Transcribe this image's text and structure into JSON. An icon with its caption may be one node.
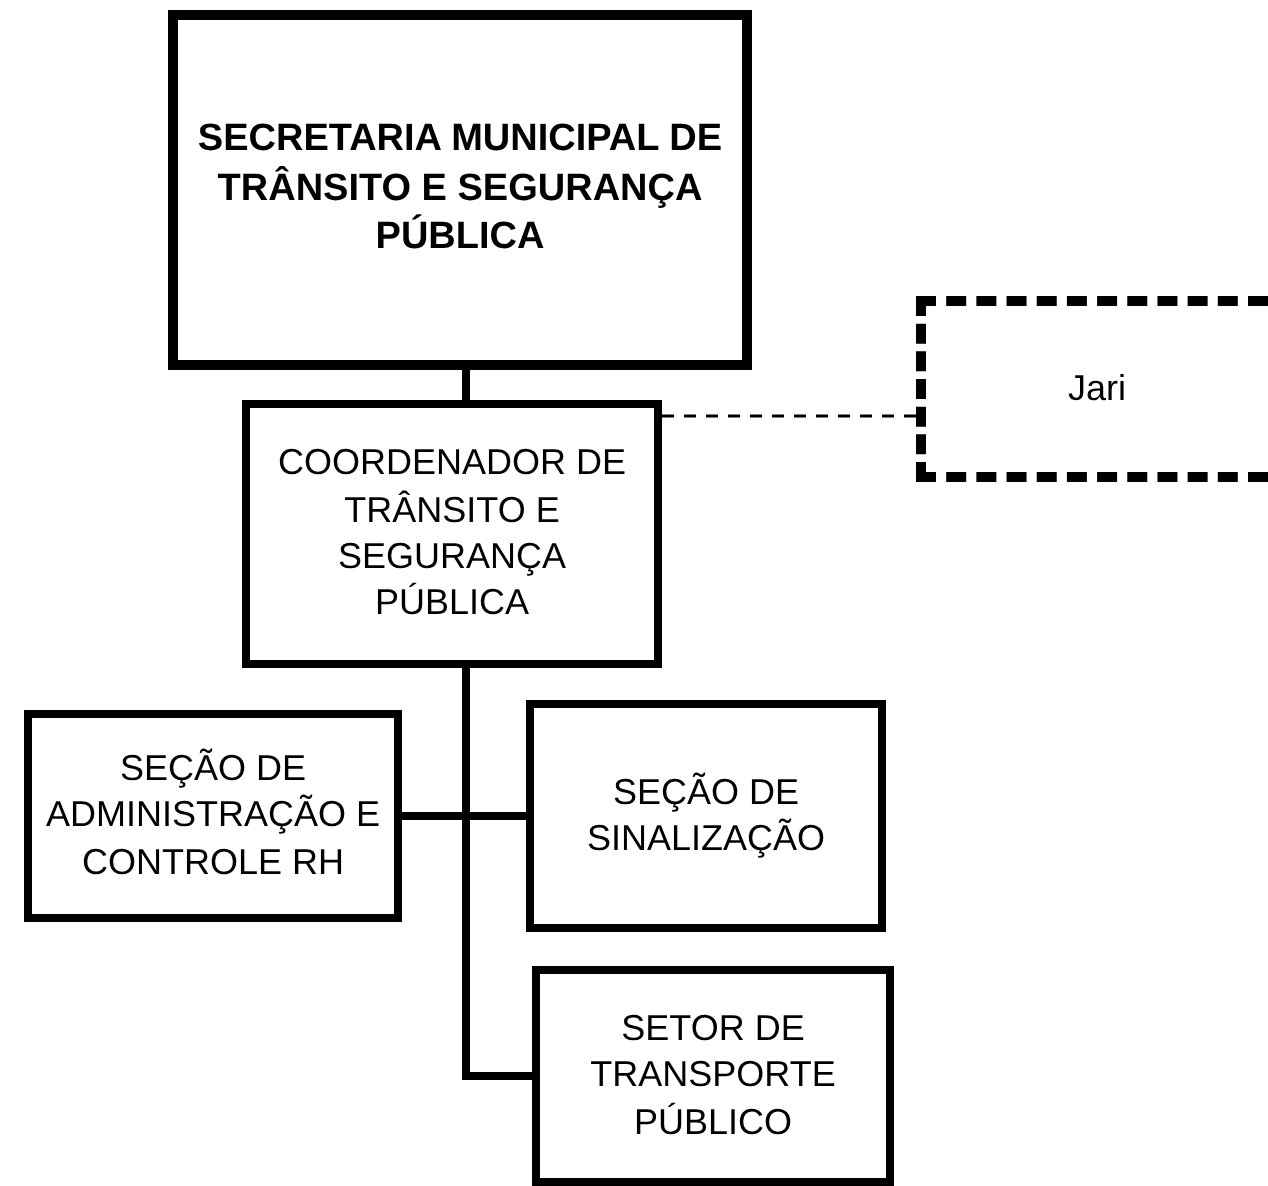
{
  "diagram": {
    "nodes": [
      {
        "text": [
          "SECRETARIA MUNICIPAL DE TRÂNSITO E SEGURANÇA PÚBLICA"
        ]
      },
      {
        "text": [
          "COORDENADOR DE TRÂNSITO E SEGURANÇA PÚBLICA"
        ]
      },
      {
        "text": [
          "Jari"
        ]
      },
      {
        "text": [
          "SEÇÃO DE ADMINISTRAÇÃO E CONTROLE RH"
        ]
      },
      {
        "text": [
          "SEÇÃO DE SINALIZAÇÃO"
        ]
      },
      {
        "text": [
          "SETOR DE TRANSPORTE PÚBLICO"
        ]
      }
    ],
    "edges": [
      {
        "from": 0,
        "to": 1,
        "arrow": "none"
      },
      {
        "from": 1,
        "to": 2,
        "arrow": "none",
        "style": "dashed"
      },
      {
        "from": 1,
        "to": 3,
        "arrow": "none"
      },
      {
        "from": 1,
        "to": 4,
        "arrow": "none"
      },
      {
        "from": 1,
        "to": 5,
        "arrow": "none"
      }
    ]
  }
}
